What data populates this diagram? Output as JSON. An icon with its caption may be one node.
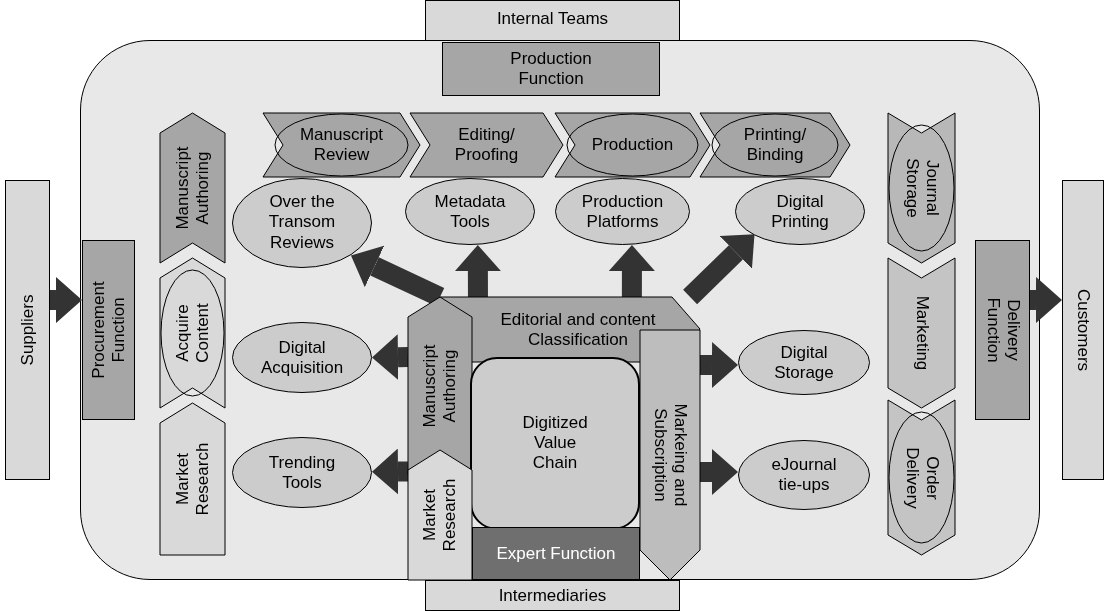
{
  "diagram": {
    "nodes": [
      {
        "text": [
          "Internal Teams"
        ]
      },
      {
        "text": [],
        "shape": "box"
      },
      {
        "text": [
          "Production Function"
        ],
        "in": 1
      },
      {
        "text": [
          "Manuscript Review"
        ],
        "in": 1
      },
      {
        "text": [
          "Editing/ Proofing"
        ],
        "in": 1
      },
      {
        "text": [
          "Production"
        ],
        "in": 1
      },
      {
        "text": [
          "Printing/ Binding"
        ],
        "in": 1
      },
      {
        "text": [
          "Manuscript Authoring"
        ],
        "in": 1
      },
      {
        "text": [
          "Over the Transom Reviews"
        ],
        "in": 1
      },
      {
        "text": [
          "Metadata Tools"
        ],
        "in": 1
      },
      {
        "text": [
          "Production Platforms"
        ],
        "in": 1
      },
      {
        "text": [
          "Digital Printing"
        ],
        "in": 1
      },
      {
        "text": [
          "Journal Storage"
        ],
        "in": 1
      },
      {
        "text": [
          "Suppliers"
        ]
      },
      {
        "text": [
          "Procurement Function"
        ],
        "in": 1
      },
      {
        "text": [
          "Acquire Content"
        ],
        "in": 1
      },
      {
        "text": [
          "Digital Acquisition"
        ],
        "in": 1
      },
      {
        "text": [
          "Editorial and content Classification"
        ],
        "in": 1
      },
      {
        "text": [
          "Manuscript Authoring"
        ],
        "in": 1
      },
      {
        "text": [
          "Digitized Value Chain"
        ],
        "in": 1
      },
      {
        "text": [
          "Markeing and Subscription"
        ],
        "in": 1
      },
      {
        "text": [
          "Digital Storage"
        ],
        "in": 1
      },
      {
        "text": [
          "Marketing"
        ],
        "in": 1
      },
      {
        "text": [
          "Delivery Function"
        ],
        "in": 1
      },
      {
        "text": [
          "Customers"
        ]
      },
      {
        "text": [
          "Market Research"
        ],
        "in": 1
      },
      {
        "text": [
          "Trending Tools"
        ],
        "in": 1
      },
      {
        "text": [
          "Market Research"
        ],
        "in": 1
      },
      {
        "text": [
          "eJournal tie-ups"
        ],
        "in": 1
      },
      {
        "text": [
          "Order Delivery"
        ],
        "in": 1
      },
      {
        "text": [
          "Expert Function"
        ],
        "in": 1
      },
      {
        "text": [
          "Intermediaries"
        ]
      }
    ],
    "edges": [
      {
        "from": 13,
        "to": 14,
        "arrow": "to"
      },
      {
        "from": 17,
        "to": 8,
        "arrow": "to"
      },
      {
        "from": 17,
        "to": 9,
        "arrow": "to"
      },
      {
        "from": 17,
        "to": 10,
        "arrow": "to"
      },
      {
        "from": 17,
        "to": 11,
        "arrow": "to"
      },
      {
        "from": 18,
        "to": 16,
        "arrow": "to"
      },
      {
        "from": 18,
        "to": 26,
        "arrow": "to"
      },
      {
        "from": 20,
        "to": 21,
        "arrow": "to"
      },
      {
        "from": 20,
        "to": 28,
        "arrow": "to"
      },
      {
        "from": 23,
        "to": 24,
        "arrow": "to"
      }
    ]
  }
}
